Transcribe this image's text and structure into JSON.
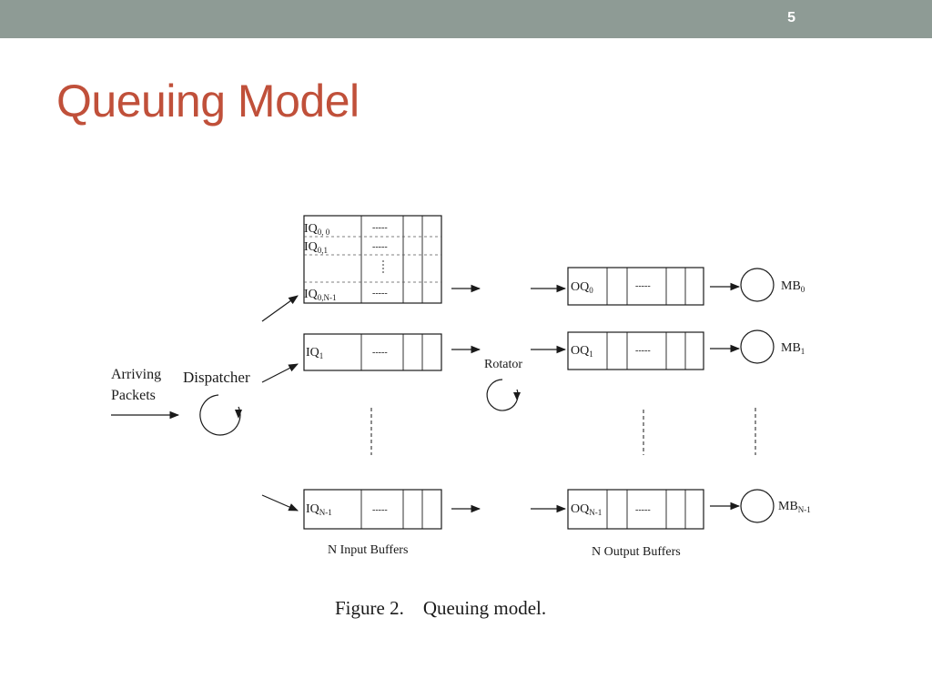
{
  "slide": {
    "number": "5",
    "title": "Queuing Model",
    "caption": "Figure 2.    Queuing model."
  },
  "diagram": {
    "arriving": [
      "Arriving",
      "Packets"
    ],
    "dispatcher": "Dispatcher",
    "rotator": "Rotator",
    "input_label": "N Input Buffers",
    "output_label": "N Output Buffers",
    "ellipsis": "-----",
    "input_group": {
      "rows": [
        {
          "base": "IQ",
          "sub": "0, 0"
        },
        {
          "base": "IQ",
          "sub": "0,1"
        },
        {
          "base": "IQ",
          "sub": "0,N-1"
        }
      ]
    },
    "input_queues": [
      {
        "base": "IQ",
        "sub": "1"
      },
      {
        "base": "IQ",
        "sub": "N-1"
      }
    ],
    "output_queues": [
      {
        "base": "OQ",
        "sub": "0"
      },
      {
        "base": "OQ",
        "sub": "1"
      },
      {
        "base": "OQ",
        "sub": "N-1"
      }
    ],
    "memory_banks": [
      {
        "base": "MB",
        "sub": "0"
      },
      {
        "base": "MB",
        "sub": "1"
      },
      {
        "base": "MB",
        "sub": "N-1"
      }
    ]
  }
}
